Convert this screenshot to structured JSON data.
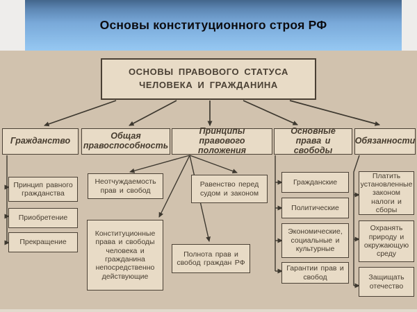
{
  "title": {
    "text": "Основы конституционного строя РФ"
  },
  "diagram": {
    "root": {
      "line1": "ОСНОВЫ ПРАВОВОГО СТАТУСА",
      "line2": "ЧЕЛОВЕКА И ГРАЖДАНИНА"
    },
    "branches": [
      {
        "label": "Гражданство",
        "children": [
          "Принцип равного гражданства",
          "Приобретение",
          "Прекращение"
        ]
      },
      {
        "label": "Общая правоспособность",
        "children": [
          "Неотчуждаемость прав и свобод",
          "Конституционные права и свободы человека и гражданина непосредственно действующие"
        ]
      },
      {
        "label": "Принципы правового положения",
        "children": [
          "Равенство перед судом и законом",
          "Полнота прав и свобод граждан РФ"
        ]
      },
      {
        "label": "Основные права и свободы",
        "children": [
          "Гражданские",
          "Политические",
          "Экономические, социальные и культурные",
          "Гарантии прав и свобод"
        ]
      },
      {
        "label": "Обязанности",
        "children": [
          "Платить установленные законом налоги и сборы",
          "Охранять природу и окружающую среду",
          "Защищать отечество"
        ]
      }
    ],
    "colors": {
      "banner_top": "#43668c",
      "banner_bottom": "#96c8f2",
      "canvas_background": "#d1c2ae",
      "box_fill": "#e8dbc6",
      "box_border": "#4a4034",
      "text": "#463c2f",
      "connector": "#3d382f"
    }
  }
}
